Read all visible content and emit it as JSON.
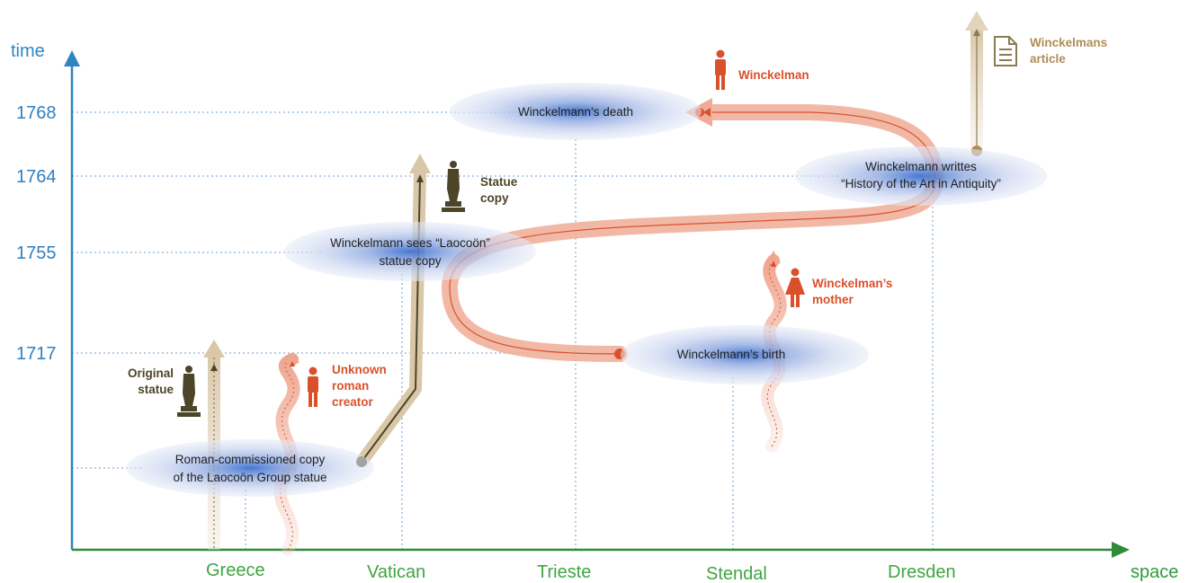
{
  "axes": {
    "y_label": "time",
    "x_label": "space",
    "years": [
      "1768",
      "1764",
      "1755",
      "1717"
    ],
    "places": [
      "Greece",
      "Vatican",
      "Trieste",
      "Stendal",
      "Dresden"
    ]
  },
  "events": {
    "roman_copy": [
      "Roman-commissioned copy",
      "of the Laocoön Group statue"
    ],
    "sees_laocoon": [
      "Winckelmann sees “Laocoön”",
      "statue copy"
    ],
    "birth": [
      "Winckelmann’s birth"
    ],
    "writes_history": [
      "Winckelmann writtes",
      "“History of the Art in Antiquity”"
    ],
    "death": [
      "Winckelmann’s death"
    ]
  },
  "actors": {
    "original_statue": [
      "Original",
      "statue"
    ],
    "unknown_creator": [
      "Unknown",
      "roman",
      "creator"
    ],
    "statue_copy": [
      "Statue",
      "copy"
    ],
    "mother": [
      "Winckelman’s",
      "mother"
    ],
    "winckelman": [
      "Winckelman"
    ],
    "article": [
      "Winckelmans",
      "article"
    ]
  },
  "colors": {
    "axis_blue": "#2e86c1",
    "axis_green": "#2f9a3a",
    "person_red": "#d9512c",
    "statue_dark": "#4d4528",
    "article_tan": "#b08d57",
    "ellipse_fill": "#dde3f3",
    "ellipse_core": "#3d6fcf"
  },
  "icons": {
    "statue": "statue-icon",
    "person": "person-icon",
    "woman": "woman-icon",
    "document": "document-icon"
  }
}
